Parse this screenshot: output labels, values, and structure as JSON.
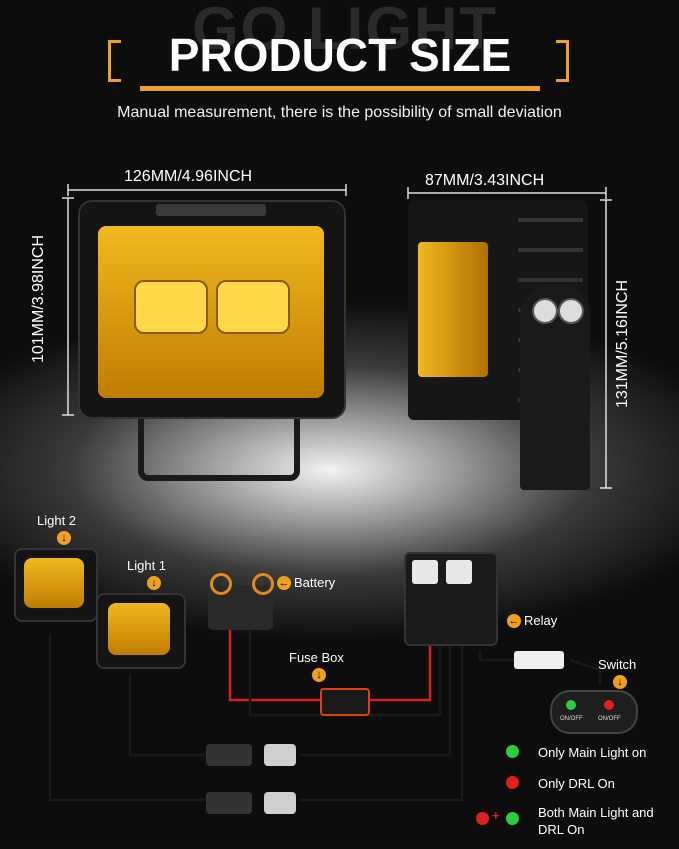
{
  "header": {
    "background_word": "GO LIGHT",
    "title": "PRODUCT SIZE",
    "subtitle": "Manual measurement, there is the possibility of small deviation",
    "accent_color": "#f0a020"
  },
  "dimensions": {
    "front_width": "126MM/4.96INCH",
    "front_height": "101MM/3.98INCH",
    "side_depth": "87MM/3.43INCH",
    "side_height": "131MM/5.16INCH"
  },
  "wiring": {
    "light2": "Light 2",
    "light1": "Light 1",
    "battery": "Battery",
    "fuse_box": "Fuse Box",
    "relay": "Relay",
    "switch": "Switch",
    "switch_button": "ON/OFF",
    "arrow_icon": "arrow-down-icon",
    "wire_red": "#d62020",
    "wire_black": "#1a1a1a"
  },
  "legend": [
    {
      "text": "Only Main Light on",
      "color": "#2ecc40"
    },
    {
      "text": "Only DRL On",
      "color": "#e0201c"
    },
    {
      "text": "Both Main Light and DRL On",
      "color": "#e0201c",
      "color2": "#2ecc40",
      "plus": "+"
    }
  ]
}
